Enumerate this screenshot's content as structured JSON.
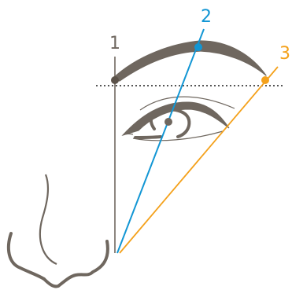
{
  "labels": {
    "point_1": "1",
    "point_2": "2",
    "point_3": "3"
  },
  "colors": {
    "line_1": "#6f675f",
    "line_2": "#1296d4",
    "line_3": "#f4a11b",
    "sketch": "#6f675f",
    "dotted_guide": "#555555"
  }
}
